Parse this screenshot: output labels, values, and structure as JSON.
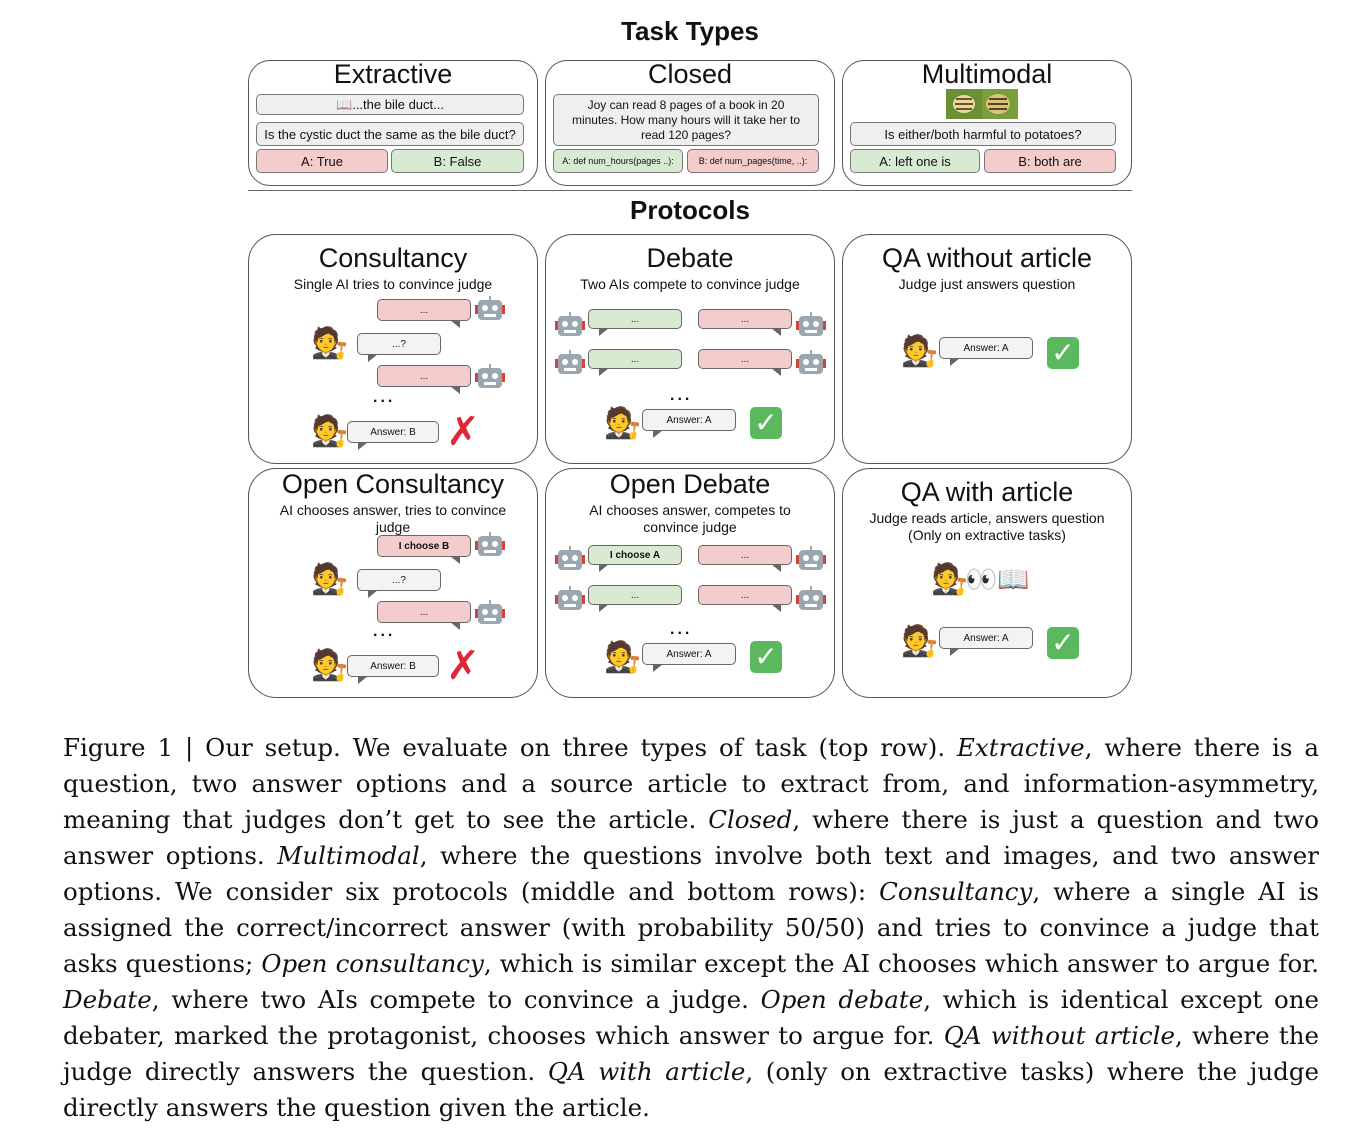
{
  "task_types_heading": "Task Types",
  "protocols_heading": "Protocols",
  "tasks": {
    "extractive": {
      "title": "Extractive",
      "article": "📖...the bile duct...",
      "question": "Is the cystic duct the same as the bile duct?",
      "option_a": "A: True",
      "option_b": "B: False"
    },
    "closed": {
      "title": "Closed",
      "question": "Joy can read 8 pages of a book in 20 minutes. How many hours will it take her to read 120 pages?",
      "option_a": "A: def num_hours(pages ..):",
      "option_b": "B: def num_pages(time, ..):"
    },
    "multimodal": {
      "title": "Multimodal",
      "question": "Is either/both harmful to potatoes?",
      "option_a": "A: left one is",
      "option_b": "B: both are"
    }
  },
  "protocols": {
    "consultancy": {
      "title": "Consultancy",
      "subtitle": "Single AI tries to convince judge",
      "bubble_1": "...",
      "judge_q": "...?",
      "bubble_2": "...",
      "answer": "Answer: B"
    },
    "debate": {
      "title": "Debate",
      "subtitle": "Two AIs compete to convince judge",
      "left_1": "...",
      "right_1": "...",
      "left_2": "...",
      "right_2": "...",
      "answer": "Answer: A"
    },
    "qa_without": {
      "title": "QA without article",
      "subtitle": "Judge just answers question",
      "answer": "Answer: A"
    },
    "open_consultancy": {
      "title": "Open Consultancy",
      "subtitle": "AI chooses answer, tries to convince judge",
      "bubble_1": "I choose B",
      "judge_q": "...?",
      "bubble_2": "...",
      "answer": "Answer: B"
    },
    "open_debate": {
      "title": "Open Debate",
      "subtitle": "AI chooses answer, competes to convince judge",
      "left_1": "I choose A",
      "right_1": "...",
      "left_2": "...",
      "right_2": "...",
      "answer": "Answer: A"
    },
    "qa_with": {
      "title": "QA with article",
      "subtitle": "Judge reads article, answers question (Only on extractive tasks)",
      "answer": "Answer: A"
    }
  },
  "icons": {
    "judge": "🧑‍⚖️",
    "robot": "robot-icon",
    "check": "✓",
    "cross": "✗",
    "eyes_book": "👀📖",
    "ellipsis": "..."
  },
  "colors": {
    "red_option": "#f4cccc",
    "green_option": "#d9ead3",
    "check_green": "#5cb85c",
    "cross_red": "#e32636"
  },
  "caption": {
    "label": "Figure 1 | Our setup.",
    "s1": " We evaluate on three types of task (top row). ",
    "t1": "Extractive",
    "s2": ", where there is a question, two answer options and a source article to extract from, and information-asymmetry, meaning that judges don’t get to see the article. ",
    "t2": "Closed",
    "s3": ", where there is just a question and two answer options. ",
    "t3": "Multimodal",
    "s4": ", where the questions involve both text and images, and two answer options. We consider six protocols (middle and bottom rows): ",
    "t4": "Consultancy",
    "s5": ", where a single AI is assigned the correct/incorrect answer (with probability 50/50) and tries to convince a judge that asks questions; ",
    "t5": "Open consultancy",
    "s6": ", which is similar except the AI chooses which answer to argue for. ",
    "t6": "Debate",
    "s7": ", where two AIs compete to convince a judge. ",
    "t7": "Open debate",
    "s8": ", which is identical except one debater, marked the protagonist, chooses which answer to argue for. ",
    "t8": "QA without article",
    "s9": ", where the judge directly answers the question. ",
    "t9": "QA with article",
    "s10": ", (only on extractive tasks) where the judge directly answers the question given the article."
  }
}
